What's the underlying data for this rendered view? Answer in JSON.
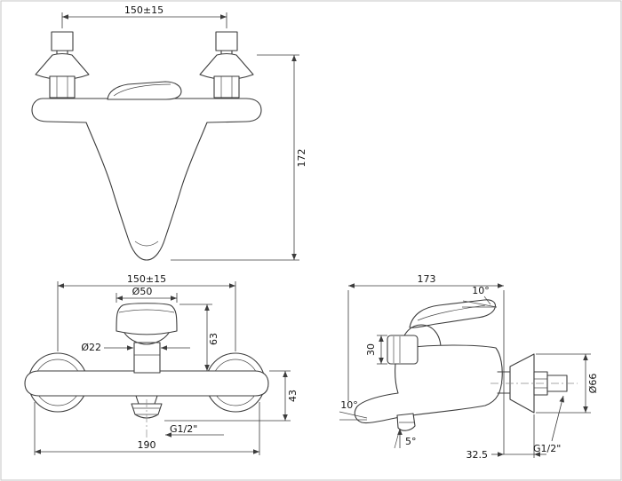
{
  "ink": "#3d3d3d",
  "background": "#ffffff",
  "views": {
    "upper_front": {
      "inlet_spacing": "150±15",
      "overall_height": "172"
    },
    "lower_front": {
      "inlet_spacing": "150±15",
      "handle_diameter": "Ø50",
      "column_diameter": "Ø22",
      "handle_height": "63",
      "body_height": "43",
      "outlet_thread": "G1/2\"",
      "overall_width": "190"
    },
    "side": {
      "overall_depth": "173",
      "handle_angle": "10°",
      "diverter_height": "30",
      "spout_underside_angle": "10°",
      "outlet_angle": "5°",
      "wall_offset": "32.5",
      "inlet_thread": "G1/2\"",
      "flange_diameter": "Ø66"
    }
  }
}
